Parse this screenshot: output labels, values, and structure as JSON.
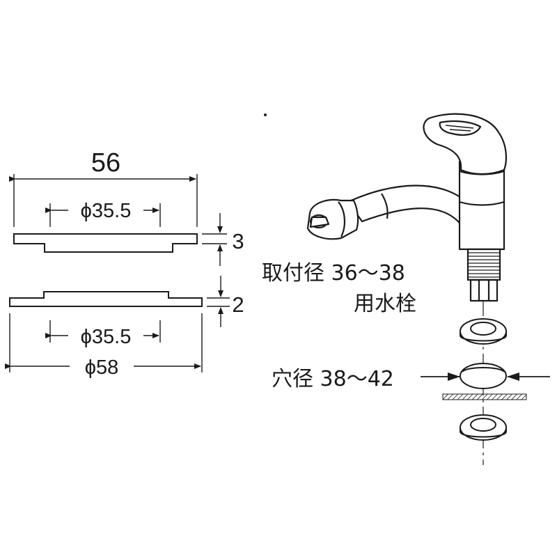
{
  "gasket_width": "56",
  "gasket1_inner_dia": "ϕ35.5",
  "gasket1_thickness": "3",
  "gasket2_thickness": "2",
  "gasket2_inner_dia": "ϕ35.5",
  "gasket2_outer_dia": "ϕ58",
  "mount_dia_label": "取付径 36～38",
  "faucet_type": "用水栓",
  "hole_dia_label": "穴径 38～42"
}
